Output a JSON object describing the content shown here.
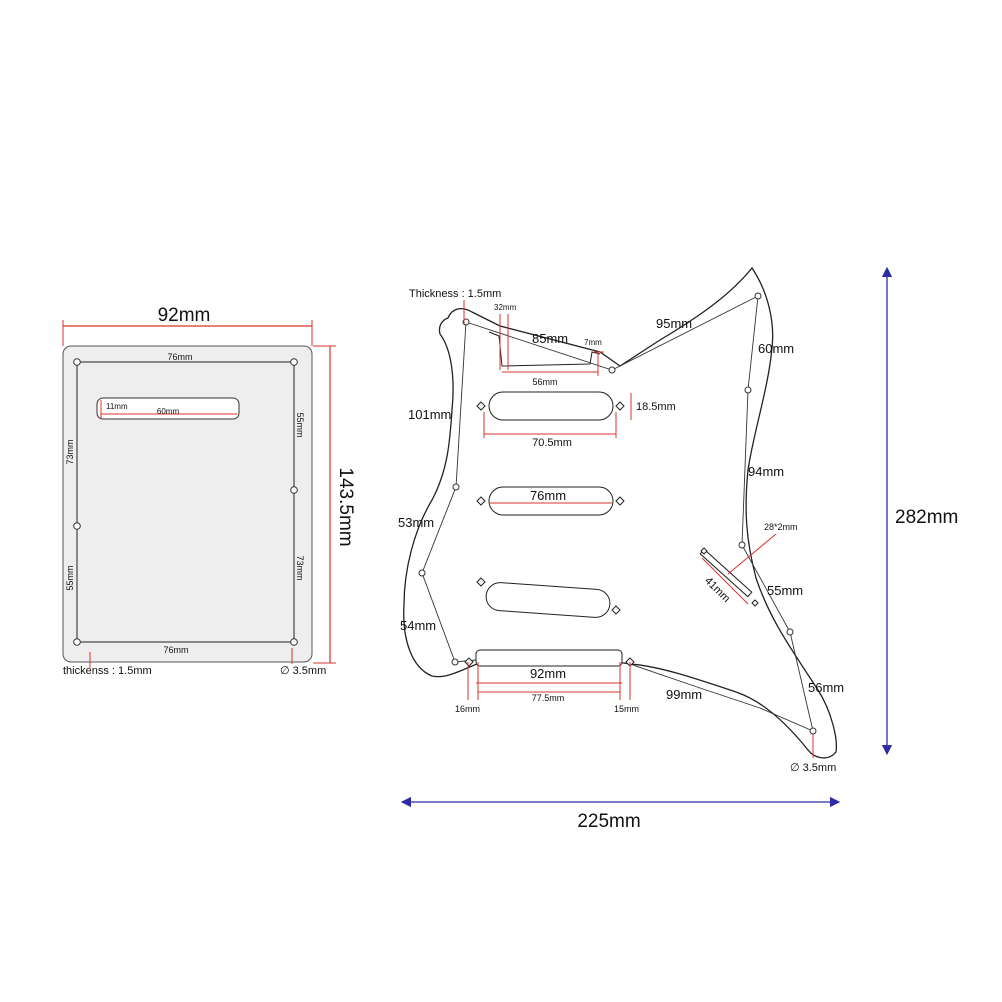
{
  "backplate": {
    "width_label": "92mm",
    "height_label": "143.5mm",
    "top_holes_label": "76mm",
    "bottom_holes_label": "76mm",
    "left_upper_label": "73mm",
    "left_lower_label": "55mm",
    "right_upper_label": "55mm",
    "right_lower_label": "73mm",
    "slot_width_label": "60mm",
    "slot_height_label": "11mm",
    "thickness_label": "thickenss : 1.5mm",
    "hole_label": "∅ 3.5mm"
  },
  "pickguard": {
    "thickness_label": "Thickness : 1.5mm",
    "notch_width_label": "32mm",
    "span_85_label": "85mm",
    "notch_depth_label": "7mm",
    "span_95_label": "95mm",
    "span_60_label": "60mm",
    "notch_bottom_label": "56mm",
    "span_101_label": "101mm",
    "pickup_height_label": "18.5mm",
    "pickup1_width_label": "70.5mm",
    "span_94_label": "94mm",
    "pickup2_width_label": "76mm",
    "span_53_label": "53mm",
    "switch_slot_label": "28*2mm",
    "switch_len_label": "41mm",
    "span_55_label": "55mm",
    "span_54_label": "54mm",
    "pot_width_label": "92mm",
    "pot_inner_label": "77.5mm",
    "left_offset_label": "16mm",
    "right_offset_label": "15mm",
    "span_99_label": "99mm",
    "span_56_label": "56mm",
    "hole_label": "∅ 3.5mm",
    "overall_height_label": "282mm",
    "overall_width_label": "225mm"
  },
  "colors": {
    "red_dimension": "#d9342b",
    "blue_dimension": "#2c2ca8",
    "outline": "#222222",
    "plate_fill": "#eeeeee"
  }
}
